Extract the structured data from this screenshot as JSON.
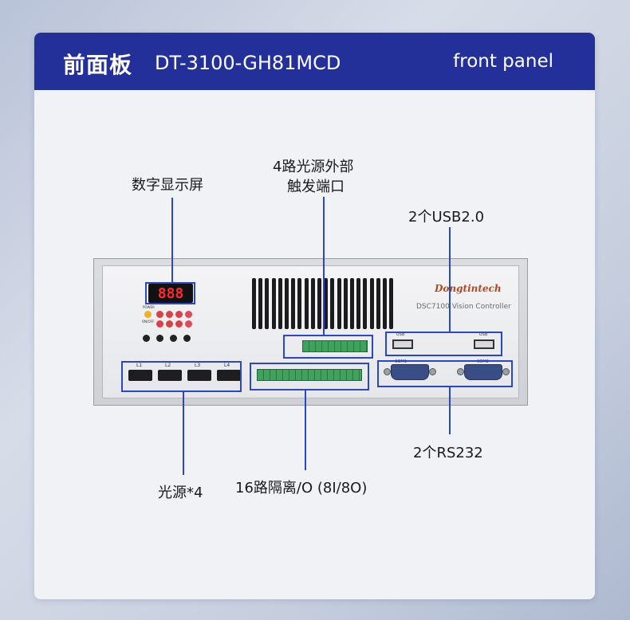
{
  "header": {
    "title": "前面板",
    "model": "DT-3100-GH81MCD",
    "subtitle": "front panel"
  },
  "callouts": {
    "display": "数字显示屏",
    "trigger_line1": "4路光源外部",
    "trigger_line2": "触发端口",
    "usb": "2个USB2.0",
    "rs232": "2个RS232",
    "light": "光源*4",
    "io": "16路隔离/O (8I/8O)"
  },
  "device": {
    "brand": "Dongtintech",
    "model_label": "DSC7100 Vision Controller",
    "display_digits": "888",
    "power_label": "POWER",
    "onoff_label": "ON/OFF",
    "light_labels": [
      "L1",
      "L2",
      "L3",
      "L4"
    ],
    "usb_labels": [
      "USB",
      "USB"
    ],
    "com_labels": [
      "COM1",
      "COM2"
    ]
  },
  "colors": {
    "header_bg": "#23309a",
    "callout_line": "#2b46c8",
    "display_red": "#ff2a2a"
  }
}
